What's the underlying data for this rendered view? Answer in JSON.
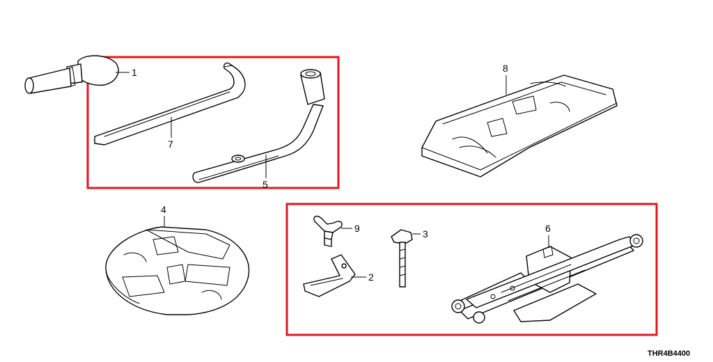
{
  "diagram": {
    "drawing_code": "THR4B4400",
    "highlight_color": "#e0171f",
    "callouts": [
      {
        "id": "c1",
        "label": "1",
        "part": "tool-bag-handle"
      },
      {
        "id": "c7",
        "label": "7",
        "part": "jack-handle-bar"
      },
      {
        "id": "c5",
        "label": "5",
        "part": "wheel-nut-wrench"
      },
      {
        "id": "c8",
        "label": "8",
        "part": "tool-bag"
      },
      {
        "id": "c4",
        "label": "4",
        "part": "jack-tray"
      },
      {
        "id": "c9",
        "label": "9",
        "part": "wing-bolt"
      },
      {
        "id": "c3",
        "label": "3",
        "part": "spare-tire-bolt"
      },
      {
        "id": "c2",
        "label": "2",
        "part": "jack-bracket"
      },
      {
        "id": "c6",
        "label": "6",
        "part": "pantograph-jack"
      }
    ]
  }
}
